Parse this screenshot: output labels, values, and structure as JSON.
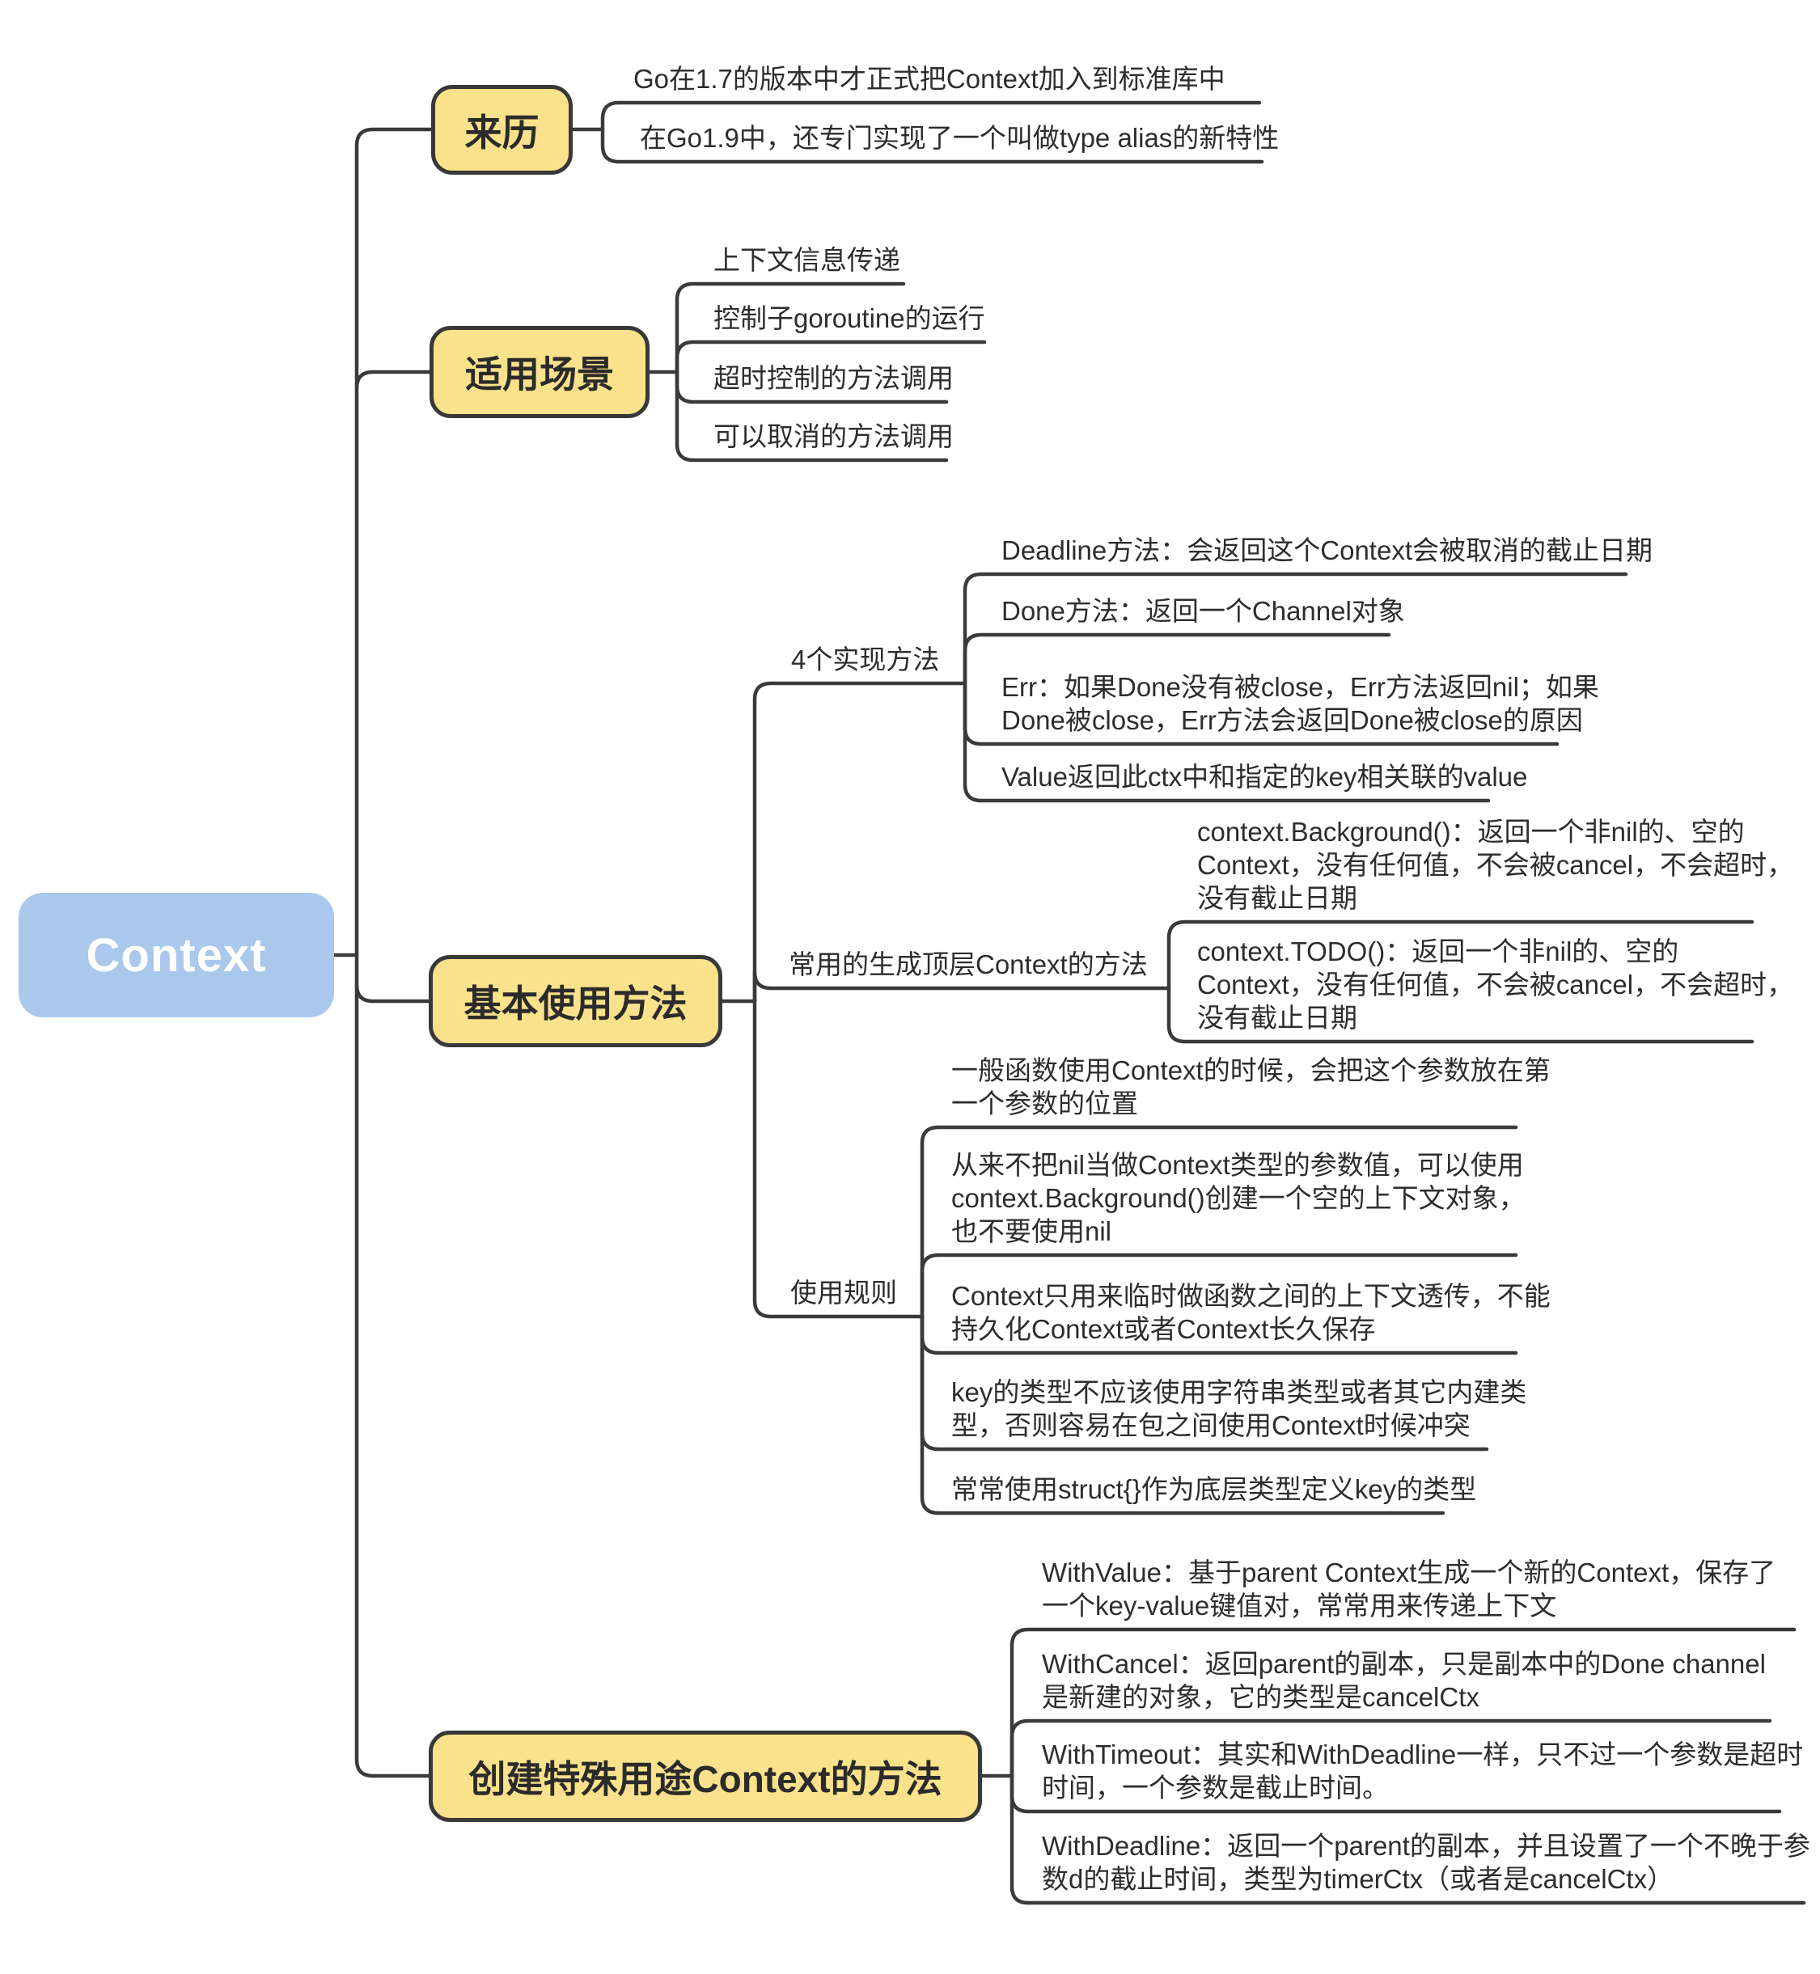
{
  "title": "Context mind map",
  "colors": {
    "background": "#FFFFFF",
    "root_fill": "#A9C8EB",
    "root_text": "#FFFFFF",
    "branch_fill": "#FAE28C",
    "branch_border": "#383838",
    "line": "#3A3A3A",
    "leaf_text": "#2D2D2D"
  },
  "root": {
    "label": "Context"
  },
  "branches": [
    {
      "label": "来历",
      "children": [
        {
          "text": "Go在1.7的版本中才正式把Context加入到标准库中"
        },
        {
          "text": "在Go1.9中，还专门实现了一个叫做type alias的新特性"
        }
      ]
    },
    {
      "label": "适用场景",
      "children": [
        {
          "text": "上下文信息传递"
        },
        {
          "text": "控制子goroutine的运行"
        },
        {
          "text": "超时控制的方法调用"
        },
        {
          "text": "可以取消的方法调用"
        }
      ]
    },
    {
      "label": "基本使用方法",
      "children": [
        {
          "label": "4个实现方法",
          "children": [
            {
              "text": "Deadline方法：会返回这个Context会被取消的截止日期"
            },
            {
              "text": "Done方法：返回一个Channel对象"
            },
            {
              "text": "Err：如果Done没有被close，Err方法返回nil；如果\nDone被close，Err方法会返回Done被close的原因"
            },
            {
              "text": "Value返回此ctx中和指定的key相关联的value"
            }
          ]
        },
        {
          "label": "常用的生成顶层Context的方法",
          "children": [
            {
              "text": "context.Background()：返回一个非nil的、空的\nContext，没有任何值，不会被cancel，不会超时，\n没有截止日期"
            },
            {
              "text": "context.TODO()：返回一个非nil的、空的\nContext，没有任何值，不会被cancel，不会超时，\n没有截止日期"
            }
          ]
        },
        {
          "label": "使用规则",
          "children": [
            {
              "text": "一般函数使用Context的时候，会把这个参数放在第\n一个参数的位置"
            },
            {
              "text": "从来不把nil当做Context类型的参数值，可以使用\ncontext.Background()创建一个空的上下文对象，\n也不要使用nil"
            },
            {
              "text": "Context只用来临时做函数之间的上下文透传，不能\n持久化Context或者Context长久保存"
            },
            {
              "text": "key的类型不应该使用字符串类型或者其它内建类\n型，否则容易在包之间使用Context时候冲突"
            },
            {
              "text": "常常使用struct{}作为底层类型定义key的类型"
            }
          ]
        }
      ]
    },
    {
      "label": "创建特殊用途Context的方法",
      "children": [
        {
          "text": "WithValue：基于parent Context生成一个新的Context，保存了\n一个key-value键值对，常常用来传递上下文"
        },
        {
          "text": "WithCancel：返回parent的副本，只是副本中的Done channel\n是新建的对象，它的类型是cancelCtx"
        },
        {
          "text": "WithTimeout：其实和WithDeadline一样，只不过一个参数是超时\n时间，一个参数是截止时间。"
        },
        {
          "text": "WithDeadline：返回一个parent的副本，并且设置了一个不晚于参\n数d的截止时间，类型为timerCtx（或者是cancelCtx）"
        }
      ]
    }
  ]
}
